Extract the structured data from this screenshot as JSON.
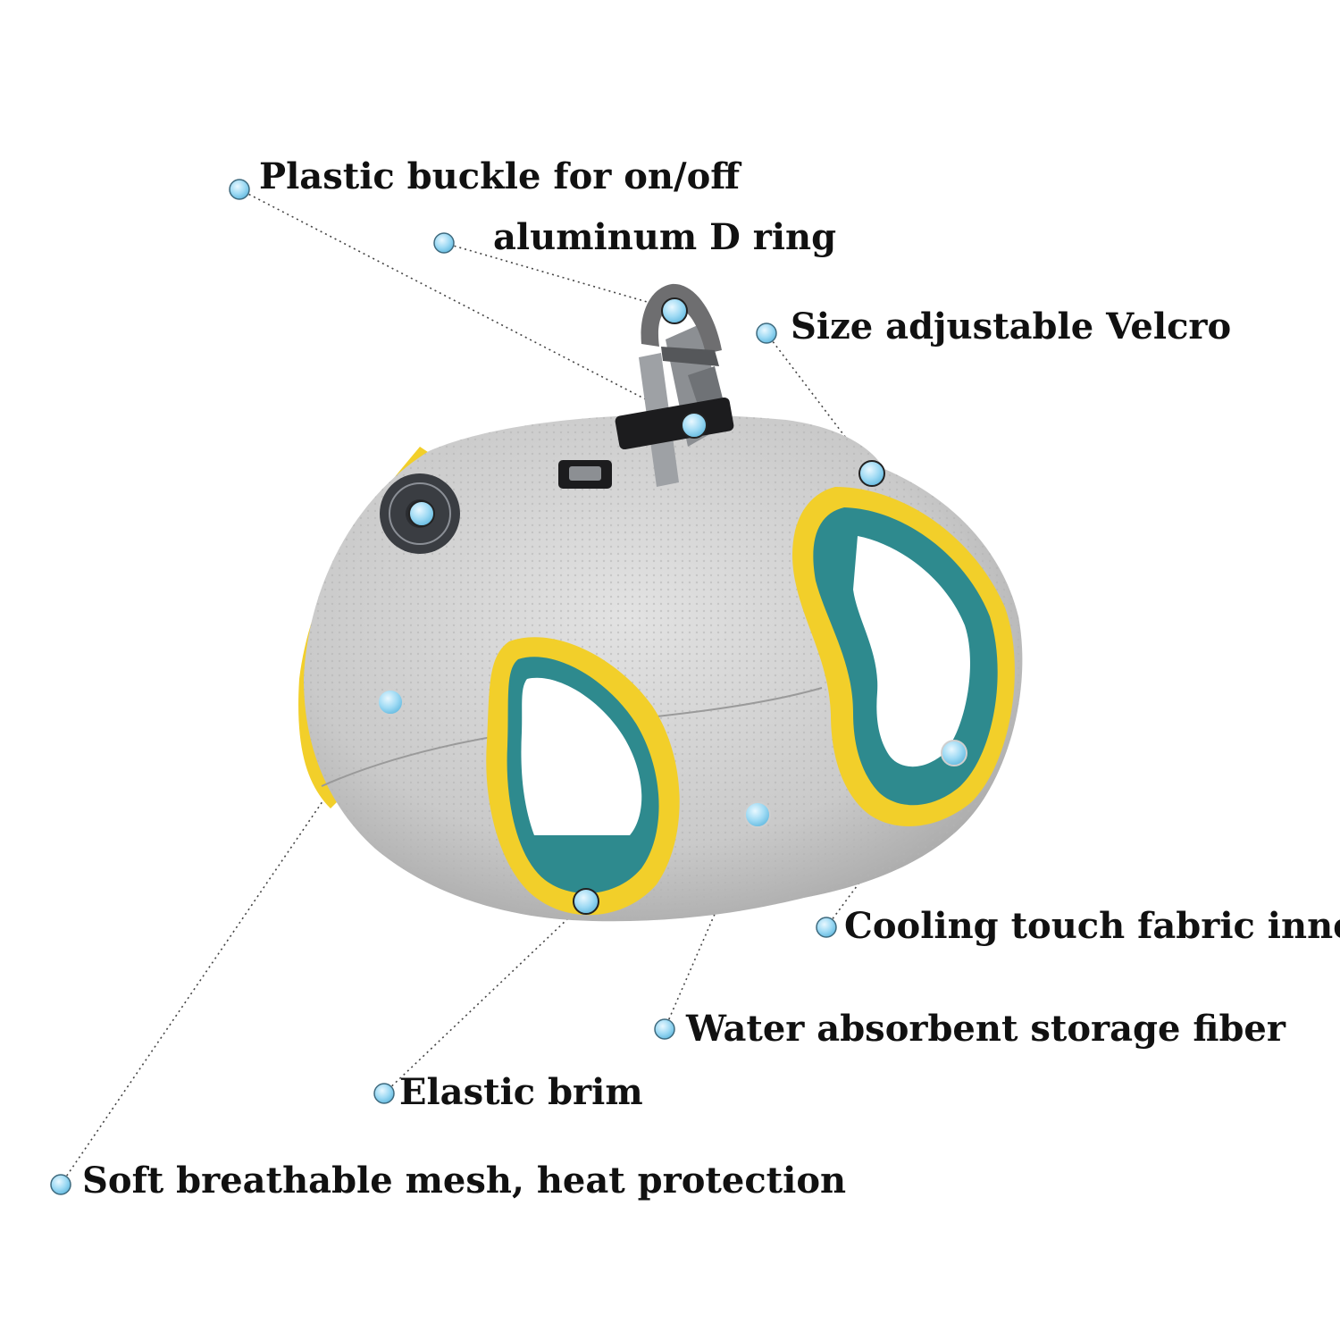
{
  "callouts": {
    "buckle": "Plastic buckle for on/off",
    "d_ring": "aluminum D ring",
    "velcro": "Size adjustable Velcro",
    "cooling": "Cooling touch fabric inner",
    "water": "Water absorbent storage fiber",
    "elastic": "Elastic brim",
    "mesh": "Soft breathable mesh, heat protection"
  },
  "colors": {
    "mesh_gray": "#c9c9c9",
    "trim_yellow": "#f2cf2a",
    "inner_teal": "#2e8a8e",
    "dot_blue": "#8fd3f0",
    "hardware": "#6e6e70"
  }
}
